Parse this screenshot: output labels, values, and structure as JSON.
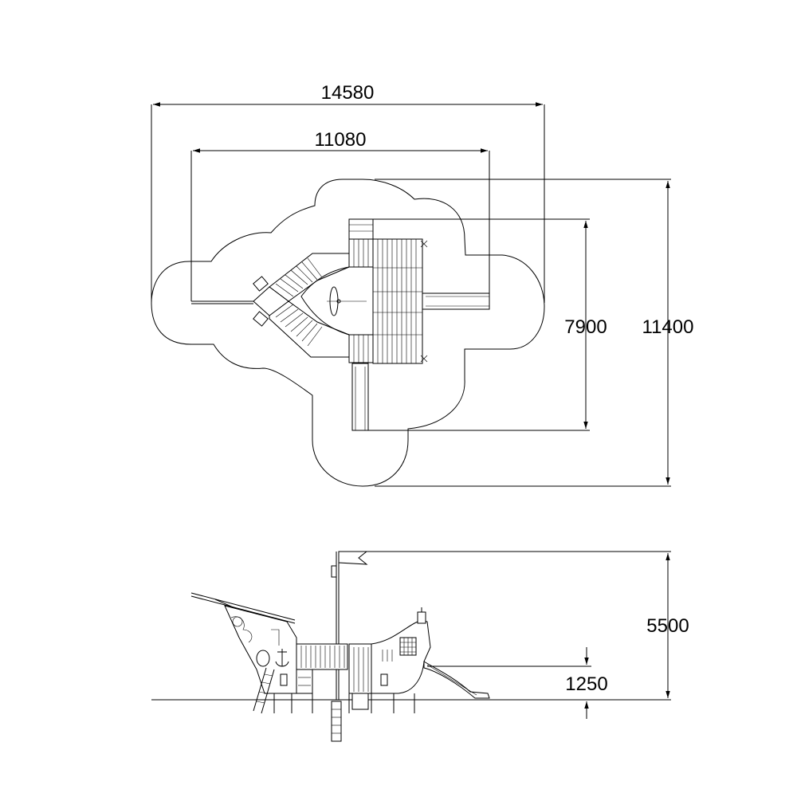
{
  "plan_view": {
    "dim_total_width": "14580",
    "dim_structure_width": "11080",
    "dim_structure_depth": "7900",
    "dim_total_depth": "11400"
  },
  "elevation_view": {
    "dim_total_height": "5500",
    "dim_platform_height": "1250"
  }
}
